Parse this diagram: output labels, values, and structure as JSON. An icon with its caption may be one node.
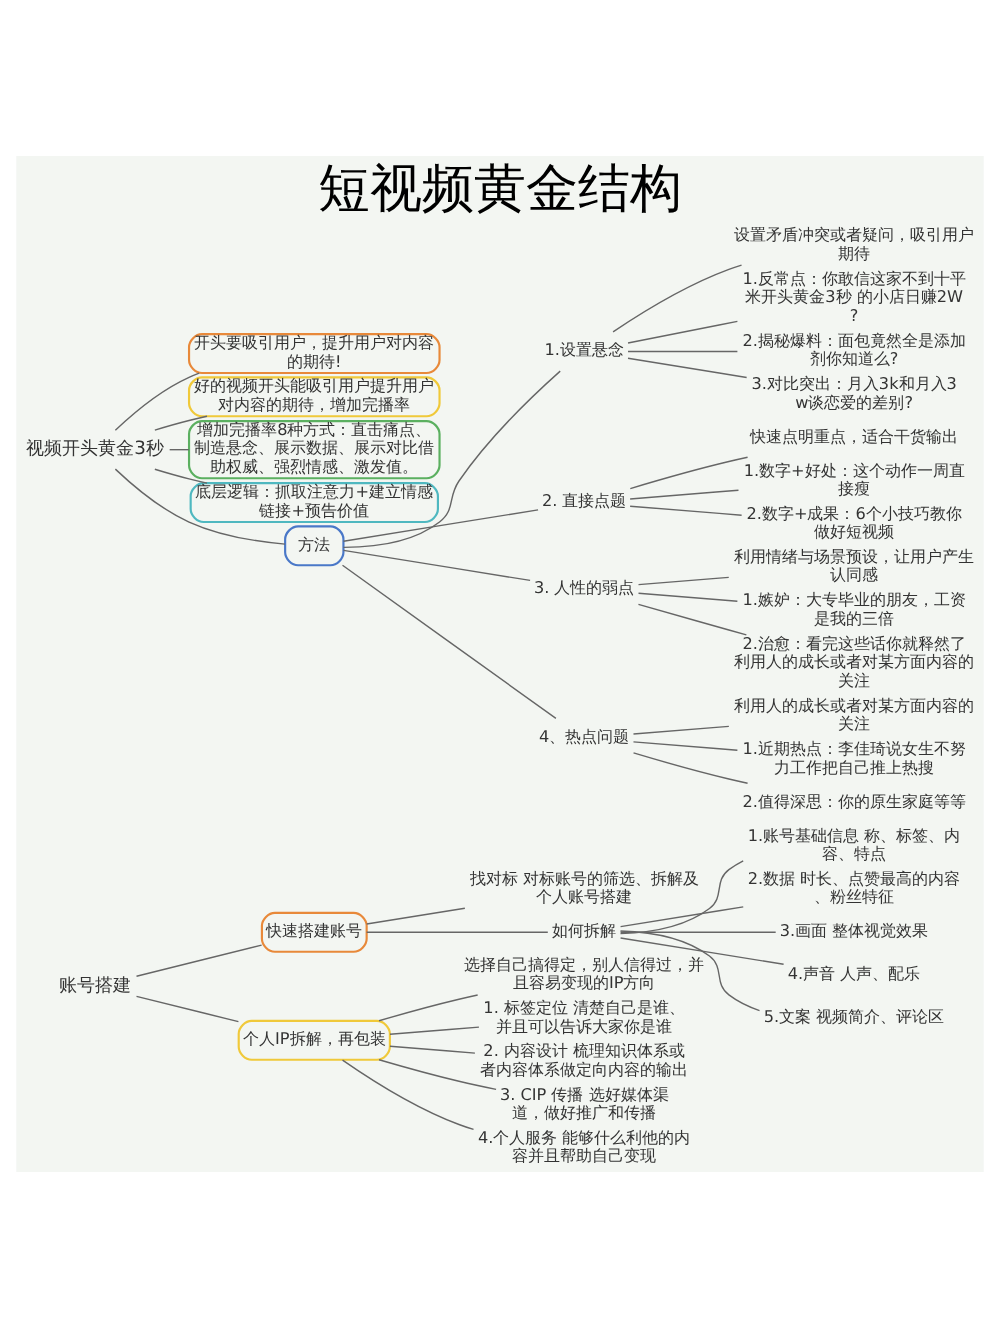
{
  "diagram": {
    "title": "短视频黄金结构",
    "nodes": [
      {
        "text": [
          "账号搭建"
        ]
      },
      {
        "text": [
          "快速搭建账号"
        ]
      },
      {
        "text": [
          "找对标 对标账号的筛选、拆解及个人账号搭建"
        ]
      },
      {
        "text": [
          "如何拆解"
        ]
      },
      {
        "text": [
          "1.账号基础信息 称、标签、内容、特点"
        ]
      },
      {
        "text": [
          "2.数据 时长、点赞最高的内容、粉丝特征"
        ]
      },
      {
        "text": [
          "3.画面 整体视觉效果"
        ]
      },
      {
        "text": [
          "4.声音 人声、配乐"
        ]
      },
      {
        "text": [
          "5.文案 视频简介、评论区"
        ]
      },
      {
        "text": [
          "个人IP拆解，再包装"
        ]
      },
      {
        "text": [
          "选择自己搞得定，别人信得过，并且容易变现的IP方向"
        ]
      },
      {
        "text": [
          "1. 标签定位 清楚自己是谁、并且可以告诉大家你是谁"
        ]
      },
      {
        "text": [
          "2. 内容设计 梳理知识体系或者内容体系做定向内容的输出"
        ]
      },
      {
        "text": [
          "3. CIP 传播 选好媒体渠道，做好推广和传播"
        ]
      },
      {
        "text": [
          "4.个人服务 能够什么利他的内容并且帮助自己变现"
        ]
      },
      {
        "text": [
          "视频开头黄金3秒"
        ]
      },
      {
        "text": [
          "开头要吸引用户，提升用户对内容的期待!"
        ]
      },
      {
        "text": [
          "好的视频开头能吸引用户提升用户对内容的期待，增加完播率"
        ]
      },
      {
        "text": [
          "增加完播率8种方式：直击痛点、制造悬念、展示数据、展示对比借助权威、强烈情感、激发值。"
        ]
      },
      {
        "text": [
          "底层逻辑：抓取注意力+建立情感链接+预告价值"
        ]
      },
      {
        "text": [
          "方法"
        ]
      },
      {
        "text": [
          "1.设置悬念"
        ]
      },
      {
        "text": [
          "设置矛盾冲突或者疑问，吸引用户期待"
        ]
      },
      {
        "text": [
          "1.反常点：你敢信这家不到十平米开头黄金3秒 的小店日赚2W?"
        ]
      },
      {
        "text": [
          "2.揭秘爆料：面包竟然全是添加剂你知道么?"
        ]
      },
      {
        "text": [
          "3.对比突出：月入3k和月入3w谈恋爱的差别?"
        ]
      },
      {
        "text": [
          "2. 直接点题"
        ]
      },
      {
        "text": [
          "快速点明重点，适合干货输出"
        ]
      },
      {
        "text": [
          "1.数字+好处：这个动作一周直接瘦"
        ]
      },
      {
        "text": [
          "2.数字+成果：6个小技巧教你做好短视频"
        ]
      },
      {
        "text": [
          "3. 人性的弱点"
        ]
      },
      {
        "text": [
          "利用情绪与场景预设，让用户产生认同感"
        ]
      },
      {
        "text": [
          "1.嫉妒：大专毕业的朋友，工资是我的三倍"
        ]
      },
      {
        "text": [
          "2.治愈：看完这些话你就释然了利用人的成长或者对某方面内容的关注"
        ]
      },
      {
        "text": [
          "4、热点问题"
        ]
      },
      {
        "text": [
          "利用人的成长或者对某方面内容的关注"
        ]
      },
      {
        "text": [
          "1.近期热点：李佳琦说女生不努力工作把自己推上热搜"
        ]
      },
      {
        "text": [
          "2.值得深思：你的原生家庭等等"
        ]
      }
    ],
    "edges": [
      {
        "from": 0,
        "to": 1,
        "arrow": "none"
      },
      {
        "from": 1,
        "to": 2,
        "arrow": "none"
      },
      {
        "from": 1,
        "to": 3,
        "arrow": "none"
      },
      {
        "from": 3,
        "to": 4,
        "arrow": "none"
      },
      {
        "from": 3,
        "to": 5,
        "arrow": "none"
      },
      {
        "from": 3,
        "to": 6,
        "arrow": "none"
      },
      {
        "from": 3,
        "to": 7,
        "arrow": "none"
      },
      {
        "from": 3,
        "to": 8,
        "arrow": "none"
      },
      {
        "from": 0,
        "to": 9,
        "arrow": "none"
      },
      {
        "from": 9,
        "to": 10,
        "arrow": "none"
      },
      {
        "from": 9,
        "to": 11,
        "arrow": "none"
      },
      {
        "from": 9,
        "to": 12,
        "arrow": "none"
      },
      {
        "from": 9,
        "to": 13,
        "arrow": "none"
      },
      {
        "from": 9,
        "to": 14,
        "arrow": "none"
      },
      {
        "from": 15,
        "to": 16,
        "arrow": "none"
      },
      {
        "from": 15,
        "to": 17,
        "arrow": "none"
      },
      {
        "from": 15,
        "to": 18,
        "arrow": "none"
      },
      {
        "from": 15,
        "to": 19,
        "arrow": "none"
      },
      {
        "from": 15,
        "to": 20,
        "arrow": "none"
      },
      {
        "from": 20,
        "to": 21,
        "arrow": "none"
      },
      {
        "from": 21,
        "to": 22,
        "arrow": "none"
      },
      {
        "from": 21,
        "to": 23,
        "arrow": "none"
      },
      {
        "from": 21,
        "to": 24,
        "arrow": "none"
      },
      {
        "from": 21,
        "to": 25,
        "arrow": "none"
      },
      {
        "from": 20,
        "to": 26,
        "arrow": "none"
      },
      {
        "from": 26,
        "to": 27,
        "arrow": "none"
      },
      {
        "from": 26,
        "to": 28,
        "arrow": "none"
      },
      {
        "from": 26,
        "to": 29,
        "arrow": "none"
      },
      {
        "from": 20,
        "to": 30,
        "arrow": "none"
      },
      {
        "from": 30,
        "to": 31,
        "arrow": "none"
      },
      {
        "from": 30,
        "to": 32,
        "arrow": "none"
      },
      {
        "from": 30,
        "to": 33,
        "arrow": "none"
      },
      {
        "from": 20,
        "to": 34,
        "arrow": "none"
      },
      {
        "from": 34,
        "to": 35,
        "arrow": "none"
      },
      {
        "from": 34,
        "to": 36,
        "arrow": "none"
      },
      {
        "from": 34,
        "to": 37,
        "arrow": "none"
      }
    ]
  }
}
